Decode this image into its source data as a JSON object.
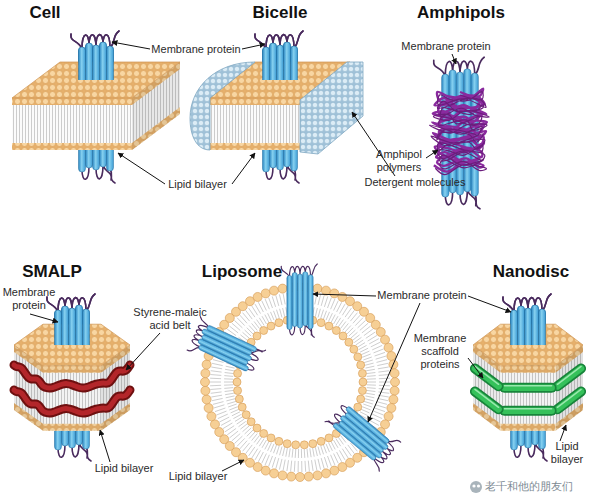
{
  "diagram": {
    "labels": [
      "Cell",
      "Bicelle",
      "Amphipols",
      "Membrane protein",
      "Membrane protein",
      "Lipid bilayer",
      "Detergent molecules",
      "Amphipol polymers",
      "SMALP",
      "Liposome",
      "Nanodisc",
      "Membrane protein",
      "Membrane protein",
      "Styrene-maleic acid belt",
      "Membrane scaffold proteins",
      "Lipid bilayer",
      "Lipid bilayer",
      "Lipid bilayer",
      "老千和他的朋友们"
    ]
  }
}
